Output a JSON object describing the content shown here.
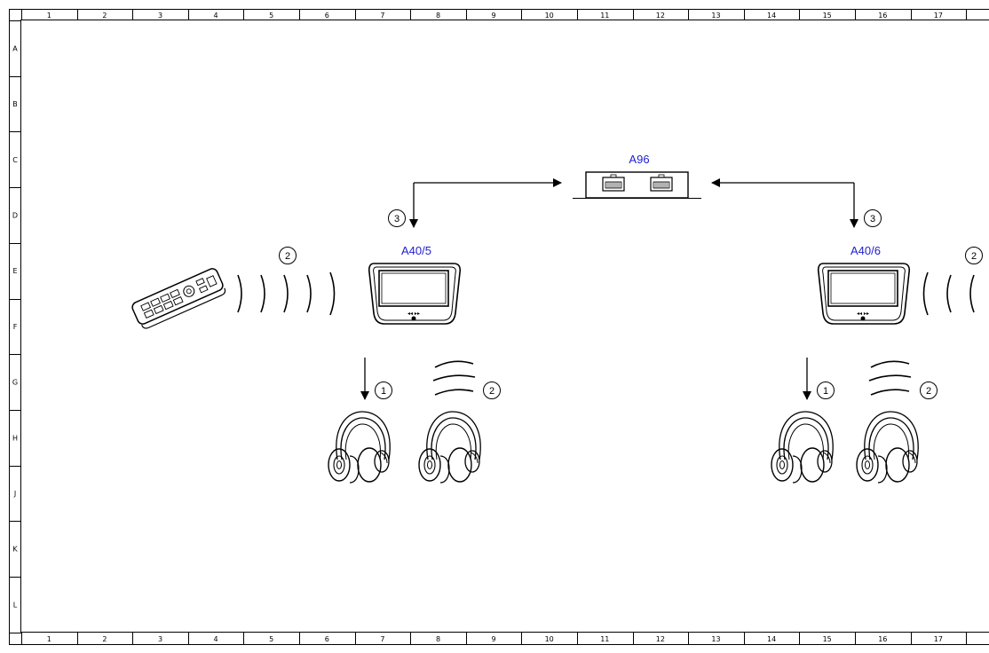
{
  "grid": {
    "columns": [
      "1",
      "2",
      "3",
      "4",
      "5",
      "6",
      "7",
      "8",
      "9",
      "10",
      "11",
      "12",
      "13",
      "14",
      "15",
      "16",
      "17"
    ],
    "rows": [
      "A",
      "B",
      "C",
      "D",
      "E",
      "F",
      "G",
      "H",
      "J",
      "K",
      "L"
    ]
  },
  "components": {
    "a96": "A96",
    "a40_5": "A40/5",
    "a40_6": "A40/6"
  },
  "callouts": {
    "one": "1",
    "two": "2",
    "three": "3"
  },
  "icons": [
    "remote-control-icon",
    "display-unit-icon",
    "headphones-icon",
    "control-module-icon",
    "connector-icon",
    "ir-wave-icon"
  ],
  "colors": {
    "label_blue": "#2020d0",
    "line": "#000000"
  }
}
